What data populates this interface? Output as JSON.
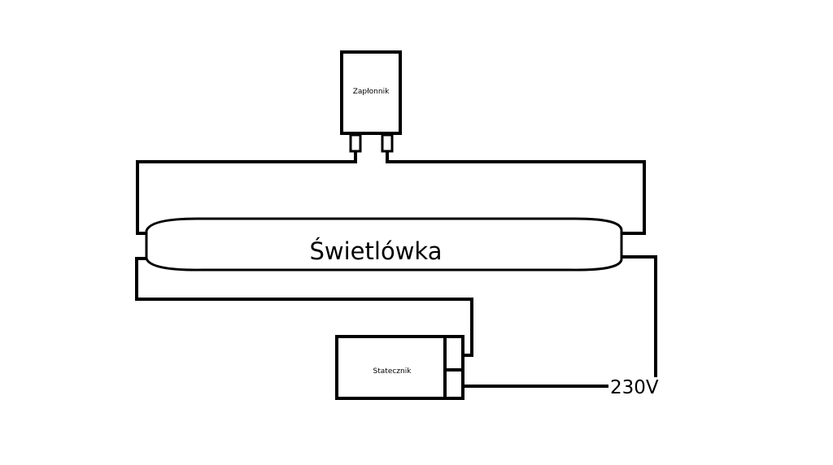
{
  "labels": {
    "starter": "Zapłonnik",
    "tube": "Świetlówka",
    "ballast": "Statecznik",
    "voltage": "230V"
  }
}
